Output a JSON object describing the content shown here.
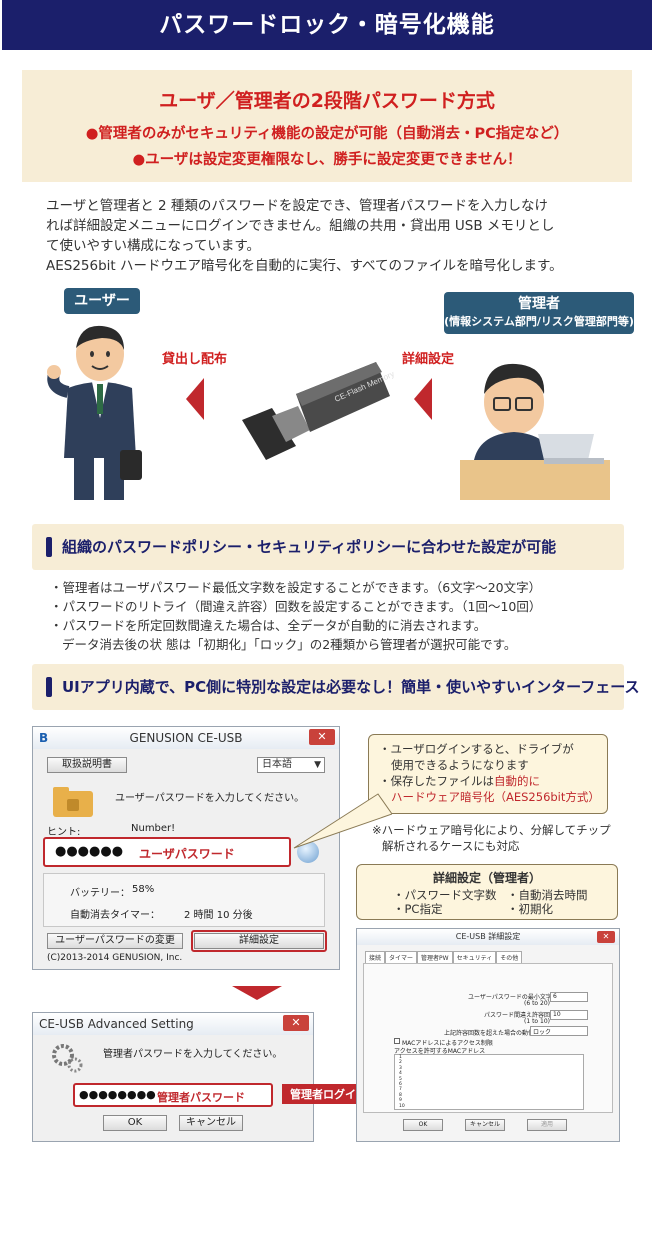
{
  "header": {
    "title": "パスワードロック・暗号化機能"
  },
  "policy_box": {
    "title": "ユーザ／管理者の2段階パスワード方式",
    "bullet1": "●管理者のみがセキュリティ機能の設定が可能（自動消去・PC指定など）",
    "bullet2": "●ユーザは設定変更権限なし、勝手に設定変更できません！"
  },
  "intro": {
    "line1": "ユーザと管理者と 2 種類のパスワードを設定でき、管理者パスワードを入力しなけ",
    "line2": "れば詳細設定メニューにログインできません。組織の共用・貸出用 USB メモリとし",
    "line3": "て使いやすい構成になっています。",
    "line4": "AES256bit ハードウエア暗号化を自動的に実行、すべてのファイルを暗号化します。"
  },
  "figure": {
    "user_label": "ユーザー",
    "admin_label": "管理者",
    "admin_sub": "(情報システム部門/リスク管理部門等)",
    "lend_label": "貸出し配布",
    "detail_label": "詳細設定",
    "usb_text": "CE-Flash Memory"
  },
  "section1": {
    "title": "組織のパスワードポリシー・セキュリティポリシーに合わせた設定が可能"
  },
  "bullets": {
    "b1": "・管理者はユーザパスワード最低文字数を設定することができます。（6文字～20文字）",
    "b2": "・パスワードのリトライ（間違え許容）回数を設定することができます。（1回～10回）",
    "b3": "・パスワードを所定回数間違えた場合は、全データが自動的に消去されます。",
    "b4": "データ消去後の状 態は「初期化」「ロック」の2種類から管理者が選択可能です。"
  },
  "section2": {
    "title": "UIアプリ内蔵で、PC側に特別な設定は必要なし！簡単・使いやすいインターフェース"
  },
  "login_window": {
    "title": "GENUSION CE-USB",
    "manual_button": "取扱説明書",
    "language": "日本語",
    "prompt": "ユーザーパスワードを入力してください。",
    "hint_label": "ヒント:",
    "hint_value": "Number!",
    "password_dots": "●●●●●●",
    "password_label": "ユーザパスワード",
    "battery_label": "バッテリー：",
    "battery_value": "58%",
    "timer_label": "自動消去タイマー：",
    "timer_value": "2 時間 10 分後",
    "change_button": "ユーザーパスワードの変更",
    "detail_button": "詳細設定",
    "copyright": "(C)2013-2014 GENUSION, Inc."
  },
  "callout1": {
    "line1": "・ユーザログインすると、ドライブが",
    "line2": "使用できるようになります",
    "line3a": "・保存したファイルは",
    "line3b": "自動的に",
    "line4": "ハードウェア暗号化（AES256bit方式）"
  },
  "note": {
    "line1": "※ハードウェア暗号化により、分解してチップ",
    "line2": "解析されるケースにも対応"
  },
  "callout2": {
    "title": "詳細設定（管理者）",
    "c1a": "・パスワード文字数",
    "c1b": "・自動消去時間",
    "c2a": "・PC指定",
    "c2b": "・初期化"
  },
  "advanced_window": {
    "title": "CE-USB Advanced Setting",
    "prompt": "管理者パスワードを入力してください。",
    "password_dots": "●●●●●●●●",
    "password_label": "管理者パスワード",
    "ok_button": "OK",
    "cancel_button": "キャンセル"
  },
  "admin_login_label": "管理者ログイン",
  "settings_window": {
    "title": "CE-USB 詳細設定",
    "tabs": [
      "接続",
      "タイマー",
      "管理者PW",
      "セキュリティ",
      "その他"
    ],
    "min_chars_label": "ユーザーパスワードの最小文字数",
    "min_chars_range": "(6 to 20)",
    "min_chars_value": "6",
    "retry_label": "パスワード間違え許容回数",
    "retry_range": "(1 to 10)",
    "retry_value": "10",
    "over_label": "上記許容回数を超えた場合の動作",
    "over_value": "ロック",
    "mac_check": "MACアドレスによるアクセス制限",
    "mac_list_label": "アクセスを許可するMACアドレス",
    "rows": [
      "1",
      "2",
      "3",
      "4",
      "5",
      "6",
      "7",
      "8",
      "9",
      "10"
    ],
    "ok_button": "OK",
    "cancel_button": "キャンセル",
    "apply_button": "適用"
  },
  "colors": {
    "navy": "#1b1f6b",
    "red": "#d02020",
    "cream": "#f7edd6",
    "steel": "#2c5a78"
  }
}
